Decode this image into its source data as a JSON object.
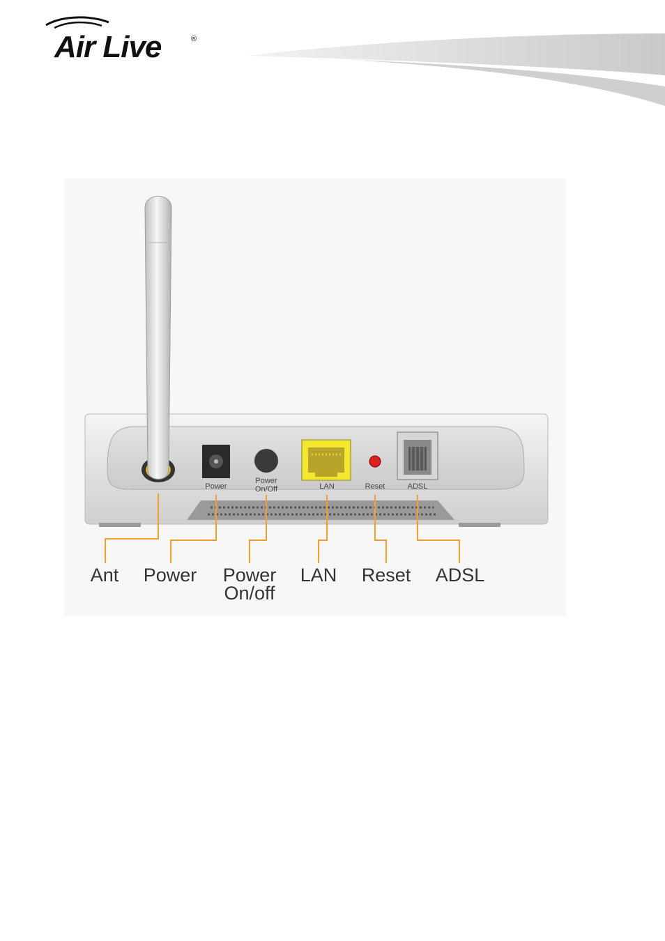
{
  "brand": {
    "logo_text": "Air Live",
    "logo_mark": "®",
    "accent_color": "#f0a030"
  },
  "device": {
    "port_labels": {
      "power": "Power",
      "power_onoff_line1": "Power",
      "power_onoff_line2": "On/Off",
      "lan": "LAN",
      "reset": "Reset",
      "adsl": "ADSL"
    }
  },
  "callouts": {
    "ant": "Ant",
    "power": "Power",
    "power_onoff_line1": "Power",
    "power_onoff_line2": "On/off",
    "lan": "LAN",
    "reset": "Reset",
    "adsl": "ADSL"
  }
}
